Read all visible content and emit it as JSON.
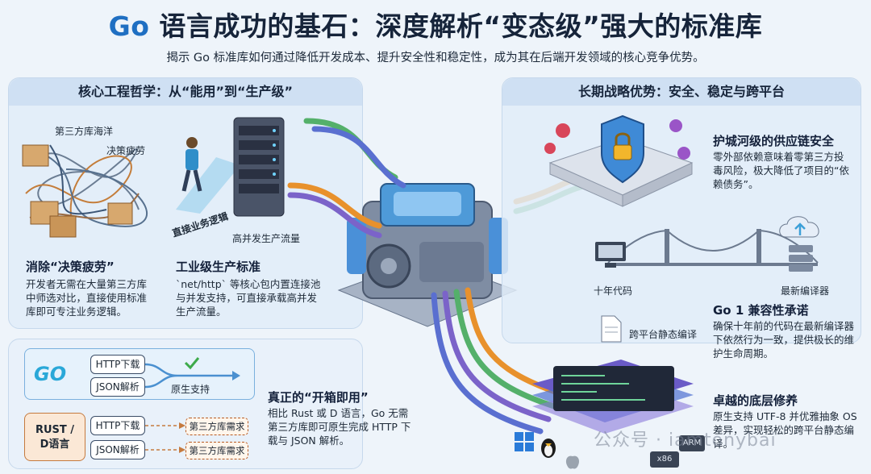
{
  "header": {
    "title_prefix": "Go",
    "title_rest": " 语言成功的基石：深度解析“变态级”强大的标准库",
    "subtitle": "揭示 Go 标准库如何通过降低开发成本、提升安全性和稳定性，成为其在后端开发领域的核心竞争优势。"
  },
  "left_panel": {
    "heading": "核心工程哲学：从“能用”到“生产级”",
    "labels": {
      "third_party_ocean": "第三方库海洋",
      "decision_fatigue_tag": "决策疲劳",
      "direct_logic": "直接业务逻辑",
      "high_traffic": "高并发生产流量"
    },
    "fatigue": {
      "title": "消除“决策疲劳”",
      "text": "开发者无需在大量第三方库中师选对比，直接使用标准库即可专注业务逻辑。"
    },
    "industrial": {
      "title": "工业级生产标准",
      "text": "`net/http` 等核心包内置连接池与并发支持，可直接承载高并发生产流量。"
    }
  },
  "bottom_left": {
    "go_logo": "GO",
    "go_http": "HTTP下载",
    "go_json": "JSON解析",
    "native": "原生支持",
    "rust_d": "RUST /\nD语言",
    "rd_http": "HTTP下载",
    "rd_json": "JSON解析",
    "third_req_1": "第三方库需求",
    "third_req_2": "第三方库需求",
    "out_box": {
      "title": "真正的“开箱即用”",
      "text": "相比 Rust 或 D 语言，Go 无需第三方库即可原生完成 HTTP 下载与 JSON 解析。"
    }
  },
  "right_panel": {
    "heading": "长期战略优势：安全、稳定与跨平台",
    "moat": {
      "title": "护城河级的供应链安全",
      "text": "零外部依赖意味着零第三方投毒风险，极大降低了项目的“依赖债务”。"
    },
    "ten_year_code": "十年代码",
    "latest_compiler": "最新编译器",
    "compat": {
      "title": "Go 1 兼容性承诺",
      "text": "确保十年前的代码在最新编译器下依然行为一致，提供极长的维护生命周期。"
    },
    "cross_static": "跨平台静态编译",
    "bottom": {
      "title": "卓越的底层修养",
      "text": "原生支持 UTF-8 并优雅抽象 OS 差异，实现轻松的跨平台静态编译。"
    },
    "chip_arm": "ARM",
    "chip_x86": "x86",
    "watermark": "公众号 · iamtonybai"
  },
  "colors": {
    "accent_blue": "#1f6fc2",
    "orange": "#e8912c",
    "green": "#54b06a",
    "purple": "#7b63c9"
  }
}
